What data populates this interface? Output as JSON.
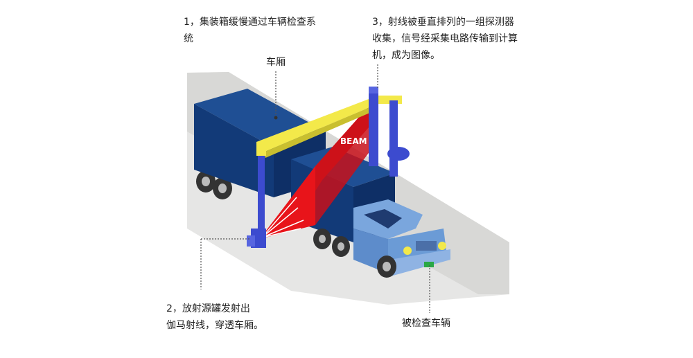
{
  "labels": {
    "step1": "1，集装箱缓慢通过车辆检查系\n统",
    "step2": "2，放射源罐发射出\n伽马射线，穿透车厢。",
    "step3": "3，射线被垂直排列的一组探测器\n收集，信号经采集电路传输到计算\n机，成为图像。",
    "carriage": "车厢",
    "vehicle": "被检查车辆",
    "beam": "BEAM"
  },
  "colors": {
    "container_top": "#1f4f94",
    "container_side": "#123a78",
    "container_front": "#0e2f66",
    "gantry_yellow": "#f3e94a",
    "gantry_blue": "#3c4bcf",
    "beam_red": "#e8141a",
    "cab_blue": "#6b9bd6",
    "ground": "#d9d9d6"
  },
  "icons": [
    "truck-illustration",
    "gantry-scanner",
    "radiation-source",
    "detector-array"
  ]
}
